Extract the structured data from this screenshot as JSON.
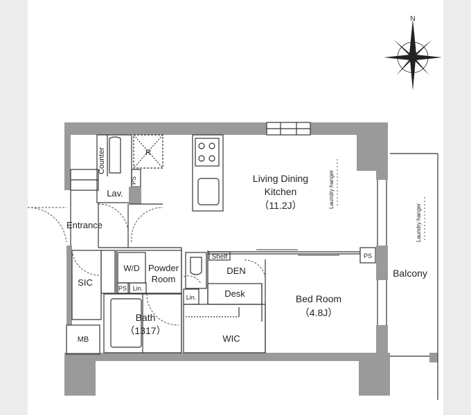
{
  "compass": {
    "north": "N"
  },
  "rooms": {
    "ldk": {
      "line1": "Living Dining",
      "line2": "Kitchen",
      "size": "（11.2J）"
    },
    "bed": {
      "line1": "Bed Room",
      "size": "（4.8J）"
    },
    "bath": {
      "line1": "Bath",
      "size": "（1317）"
    },
    "powder": {
      "line1": "Powder",
      "line2": "Room"
    },
    "balcony": "Balcony",
    "entrance": "Entrance",
    "sic": "SIC",
    "mb": "MB",
    "lav": "Lav.",
    "counter": "Counter",
    "wd": "W/D",
    "den": "DEN",
    "desk": "Desk",
    "wic": "WIC",
    "shelf": "Shelf",
    "ps1": "PS",
    "ps2": "PS",
    "ps3": "PS",
    "lin1": "Lin.",
    "lin2": "Lin.",
    "fridge": "R",
    "laundry1": "Laundry hanger",
    "laundry2": "Laundry hanger"
  }
}
